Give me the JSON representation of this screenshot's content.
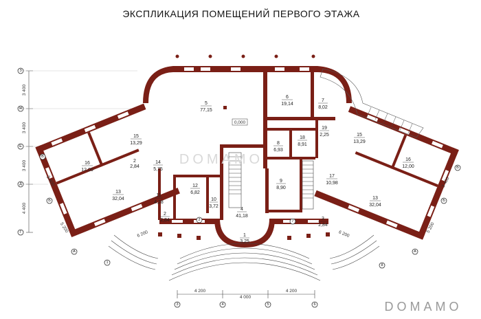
{
  "title": "ЭКСПЛИКАЦИЯ ПОМЕЩЕНИЙ ПЕРВОГО ЭТАЖА",
  "level_mark": "0,000",
  "watermark_center": "DOMAMO",
  "watermark_corner": "DOMAMO",
  "colors": {
    "wall": "#7a1f16",
    "line": "#444444",
    "background": "#ffffff"
  },
  "rooms": [
    {
      "num": "1",
      "area": "3,25"
    },
    {
      "num": "2",
      "area": "2,84"
    },
    {
      "num": "2",
      "area": "2,84"
    },
    {
      "num": "3",
      "area": "2,84"
    },
    {
      "num": "4",
      "area": "41,18"
    },
    {
      "num": "5",
      "area": "77,15"
    },
    {
      "num": "6",
      "area": "19,14"
    },
    {
      "num": "7",
      "area": "8,02"
    },
    {
      "num": "8",
      "area": "6,93"
    },
    {
      "num": "9",
      "area": "8,90"
    },
    {
      "num": "10",
      "area": "3,72"
    },
    {
      "num": "11",
      "area": "4,28"
    },
    {
      "num": "12",
      "area": "6,82"
    },
    {
      "num": "13",
      "area": "32,04"
    },
    {
      "num": "13",
      "area": "32,04"
    },
    {
      "num": "14",
      "area": "5,75"
    },
    {
      "num": "15",
      "area": "13,29"
    },
    {
      "num": "15",
      "area": "13,29"
    },
    {
      "num": "16",
      "area": "12,00"
    },
    {
      "num": "16",
      "area": "12,00"
    },
    {
      "num": "17",
      "area": "10,98"
    },
    {
      "num": "18",
      "area": "8,91"
    },
    {
      "num": "19",
      "area": "2,25"
    }
  ],
  "dims_left": [
    "3 400",
    "3 400",
    "3 400"
  ],
  "dims_left_wing": [
    "3 400",
    "4 400"
  ],
  "dims_left_diag": [
    "5 200",
    "6 200"
  ],
  "dims_right_wing": [
    "3 400",
    "5 200"
  ],
  "dims_right_diag": [
    "6 200"
  ],
  "dims_bottom": [
    "4 200",
    "4 000",
    "4 200"
  ],
  "axes_left": [
    "З",
    "Ж",
    "Е",
    "Д",
    "Г"
  ],
  "axes_wing_left": [
    "В",
    "Б",
    "А"
  ],
  "axes_wing_right": [
    "В",
    "Б",
    "А"
  ],
  "axes_misc": [
    "1",
    "2",
    "7",
    "8"
  ],
  "axes_bottom": [
    "3",
    "4",
    "5",
    "6"
  ]
}
